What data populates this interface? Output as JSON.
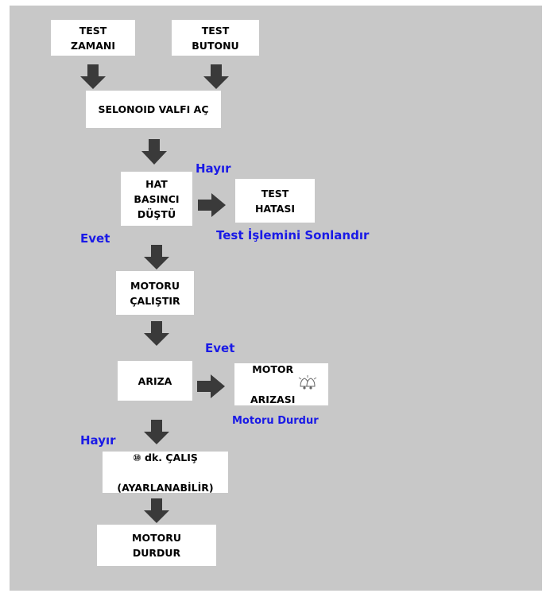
{
  "boxes": {
    "test_zamani": "TEST\nZAMANI",
    "test_butonu": "TEST\nBUTONU",
    "selonoid": "SELONOID VALFI AÇ",
    "hat_basinci": "HAT\nBASINCI\nDÜŞTÜ",
    "test_hatasi": "TEST\nHATASI",
    "motoru_calistir": "MOTORU\nÇALIŞTIR",
    "ariza": "ARIZA",
    "motor_arizasi_line1": "MOTOR",
    "motor_arizasi_line2": "ARIZASI",
    "calis_line1": "⑩ dk. ÇALIŞ",
    "calis_line2": "(AYARLANABİLİR)",
    "motoru_durdur": "MOTORU\nDURDUR"
  },
  "labels": {
    "hayir_top": "Hayır",
    "evet_left": "Evet",
    "test_islemini": "Test İşlemini Sonlandır",
    "evet_right": "Evet",
    "motoru_durdur_note": "Motoru Durdur",
    "hayir_bottom": "Hayır"
  },
  "colors": {
    "canvas": "#c8c8c8",
    "box": "#ffffff",
    "label": "#1a1ae6",
    "arrow": "#3a3a3a"
  },
  "icons": {
    "alarm": "alarm-bell-icon"
  }
}
